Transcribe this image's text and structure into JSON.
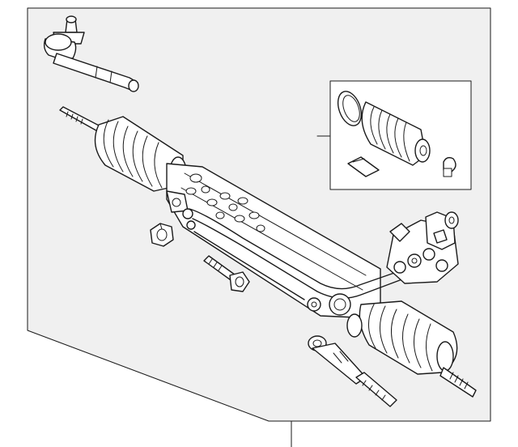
{
  "diagram": {
    "colors": {
      "background": "#f0f0f0",
      "line": "#1a1a1a",
      "part_fill": "#ffffff"
    },
    "parts": [
      "outer-tie-rod-end",
      "steering-gear-assembly",
      "boot-kit-inset",
      "lock-nut",
      "mounting-bolt",
      "inner-tie-rod"
    ]
  }
}
